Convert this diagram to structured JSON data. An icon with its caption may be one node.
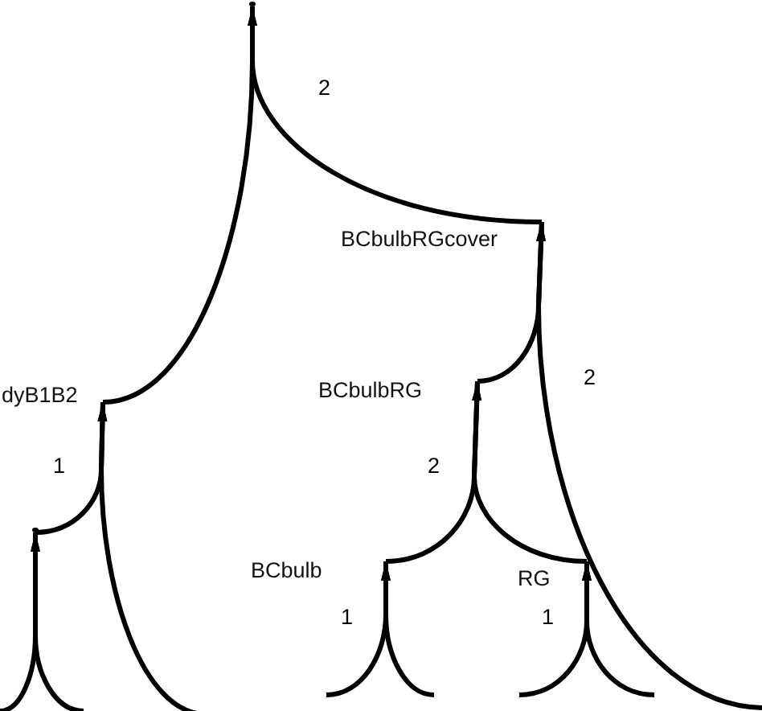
{
  "diagram": {
    "nodes": [
      {
        "text": [],
        "shape": "point"
      },
      {
        "text": [
          "BCbulbRGcover"
        ]
      },
      {
        "text": [
          "dyB1B2"
        ]
      },
      {
        "text": [
          "BCbulbRG"
        ]
      },
      {
        "text": [
          "BCbulb"
        ]
      },
      {
        "text": [
          "RG"
        ]
      },
      {
        "text": [],
        "shape": "point"
      }
    ],
    "edges": [
      {
        "from": 2,
        "to": 0,
        "arrow": "to",
        "label": "2"
      },
      {
        "from": 1,
        "to": 0,
        "arrow": "to"
      },
      {
        "from": 3,
        "to": 1,
        "arrow": "to"
      },
      {
        "from": null,
        "to": 1,
        "arrow": "to",
        "label": "2"
      },
      {
        "from": 6,
        "to": 2,
        "arrow": "to",
        "label": "1"
      },
      {
        "from": null,
        "to": 2,
        "arrow": "to"
      },
      {
        "from": 4,
        "to": 3,
        "arrow": "to",
        "label": "2"
      },
      {
        "from": 5,
        "to": 3,
        "arrow": "to"
      },
      {
        "from": null,
        "to": 4,
        "arrow": "to",
        "label": "1"
      },
      {
        "from": null,
        "to": 4,
        "arrow": "to"
      },
      {
        "from": null,
        "to": 5,
        "arrow": "to",
        "label": "1"
      },
      {
        "from": null,
        "to": 5,
        "arrow": "to"
      },
      {
        "from": null,
        "to": 6,
        "arrow": "to"
      },
      {
        "from": null,
        "to": 6,
        "arrow": "to"
      }
    ]
  }
}
